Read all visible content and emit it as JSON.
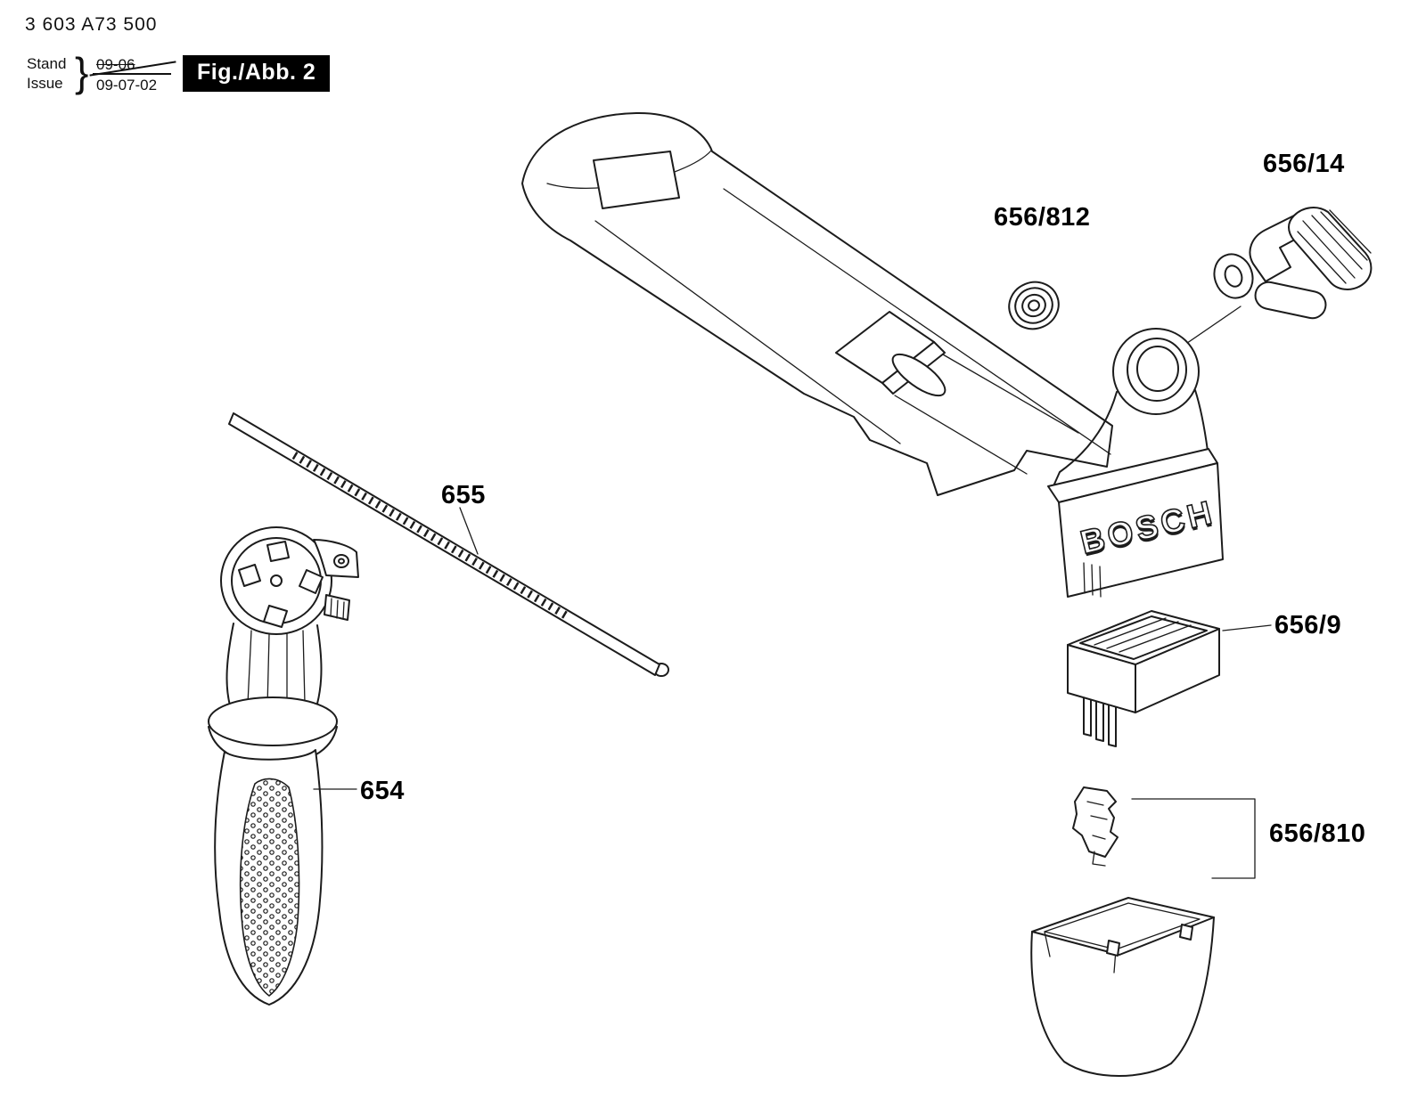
{
  "header": {
    "part_number": "3 603 A73 500",
    "stand_label": "Stand",
    "issue_label": "Issue",
    "brace": "}",
    "stand_value": "09-06",
    "issue_value": "09-07-02",
    "fig_label": "Fig./Abb. 2"
  },
  "brand": "BOSCH",
  "parts": [
    {
      "ref": "655"
    },
    {
      "ref": "654"
    },
    {
      "ref": "656/812"
    },
    {
      "ref": "656/14"
    },
    {
      "ref": "656/9"
    },
    {
      "ref": "656/810"
    }
  ]
}
